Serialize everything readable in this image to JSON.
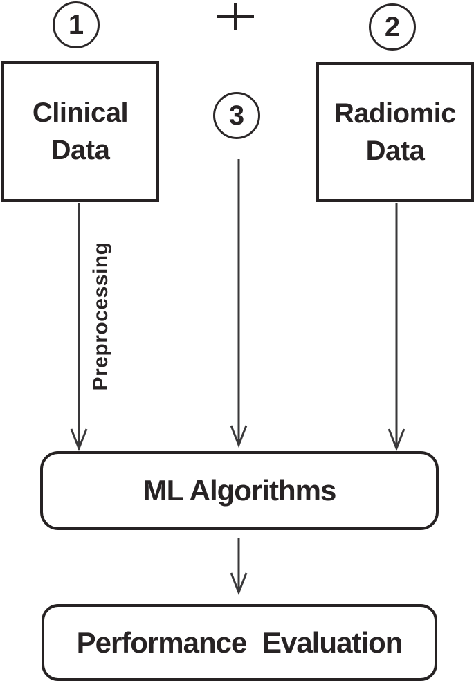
{
  "diagram": {
    "badges": {
      "one": "1",
      "two": "2",
      "three": "3"
    },
    "icons": {
      "plus": "+"
    },
    "boxes": {
      "clinical": {
        "line1": "Clinical",
        "line2": "Data"
      },
      "radiomic": {
        "line1": "Radiomic",
        "line2": "Data"
      },
      "ml": {
        "label": "ML Algorithms"
      },
      "performance": {
        "label": "Performance  Evaluation"
      }
    },
    "labels": {
      "preprocessing": "Preprocessing"
    },
    "colors": {
      "ink": "#262223",
      "line": "#39383a",
      "background": "#ffffff"
    }
  }
}
